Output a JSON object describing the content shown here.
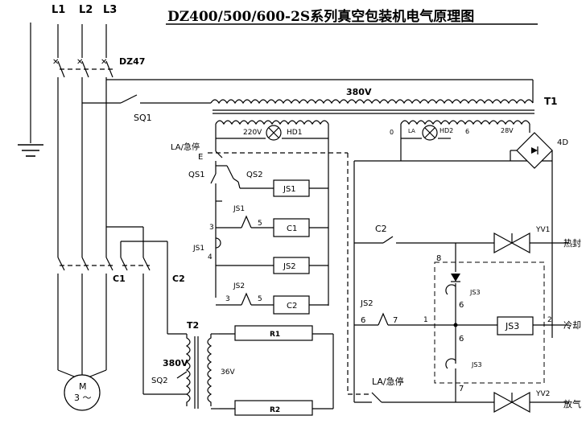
{
  "title": "DZ400/500/600-2S系列真空包装机电气原理图",
  "phases": [
    "L1",
    "L2",
    "L3"
  ],
  "labels": {
    "breaker": "DZ47",
    "transformer_t1": "T1",
    "voltage_380_top": "380V",
    "voltage_380_left": "380V",
    "sq1": "SQ1",
    "sq2": "SQ2",
    "v220": "220V",
    "hd1": "HD1",
    "la_emergency_top": "LA/急停",
    "e_node": "E",
    "qs1": "QS1",
    "qs2": "QS2",
    "js1_coil": "JS1",
    "c1_coil": "C1",
    "js2_coil": "JS2",
    "c2_coil": "C2",
    "js1_contact": "JS1",
    "js2_contact": "JS2",
    "js1_left": "JS1",
    "node_3a": "3",
    "node_5a": "5",
    "node_4": "4",
    "node_3b": "3",
    "node_5b": "5",
    "c1_main": "C1",
    "c2_main": "C2",
    "t2": "T2",
    "v36": "36V",
    "r1": "R1",
    "r2": "R2",
    "motor_m": "M",
    "motor_3": "3 ～",
    "node_0": "0",
    "la_lamp": "LA",
    "hd2": "HD2",
    "node_6_top": "6",
    "v28": "28V",
    "bridge_4d": "4D",
    "c2_ctrl": "C2",
    "yv1": "YV1",
    "heat_seal": "热封",
    "node_8": "8",
    "js3_top": "JS3",
    "node_6_mid": "6",
    "js2_ctrl": "JS2",
    "node_6_left": "6",
    "node_7_left": "7",
    "node_1": "1",
    "js3_coil": "JS3",
    "node_2": "2",
    "cooling": "冷却",
    "node_6_low": "6",
    "js3_bottom": "JS3",
    "node_7_low": "7",
    "la_emergency_bottom": "LA/急停",
    "yv2": "YV2",
    "release": "放气"
  }
}
